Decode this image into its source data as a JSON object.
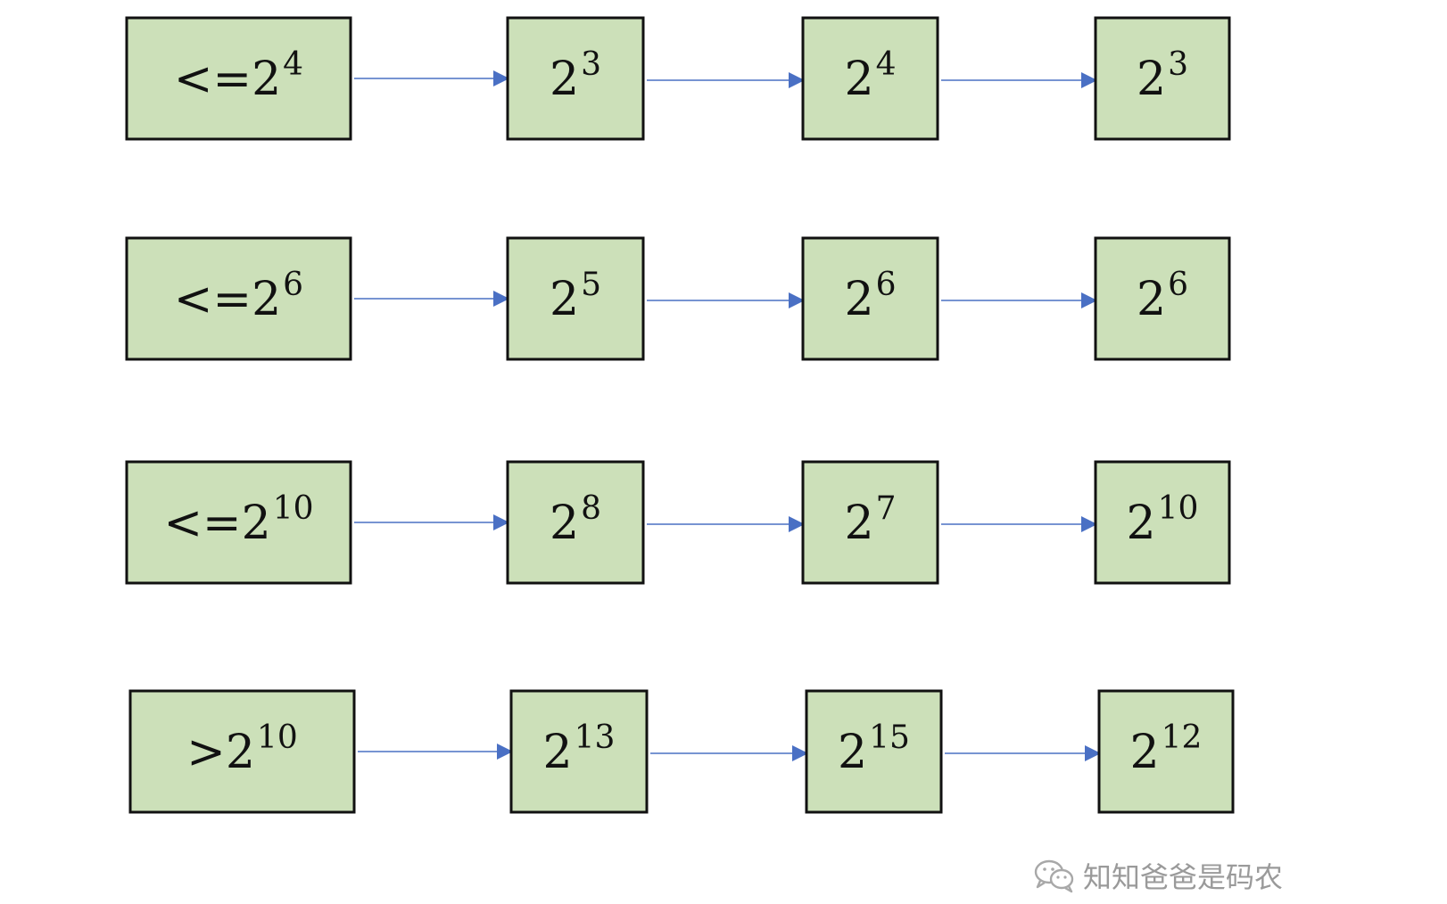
{
  "colors": {
    "node_fill": "#cce0b9",
    "node_stroke": "#111111",
    "arrow": "#4a70c4",
    "watermark": "#9a9a9a"
  },
  "rows": [
    {
      "label": {
        "prefix": "<=",
        "base": "2",
        "exp": "4"
      },
      "nodes": [
        {
          "base": "2",
          "exp": "3"
        },
        {
          "base": "2",
          "exp": "4"
        },
        {
          "base": "2",
          "exp": "3"
        }
      ]
    },
    {
      "label": {
        "prefix": "<=",
        "base": "2",
        "exp": "6"
      },
      "nodes": [
        {
          "base": "2",
          "exp": "5"
        },
        {
          "base": "2",
          "exp": "6"
        },
        {
          "base": "2",
          "exp": "6"
        }
      ]
    },
    {
      "label": {
        "prefix": "<=",
        "base": "2",
        "exp": "10"
      },
      "nodes": [
        {
          "base": "2",
          "exp": "8"
        },
        {
          "base": "2",
          "exp": "7"
        },
        {
          "base": "2",
          "exp": "10"
        }
      ]
    },
    {
      "label": {
        "prefix": ">",
        "base": "2",
        "exp": "10"
      },
      "nodes": [
        {
          "base": "2",
          "exp": "13"
        },
        {
          "base": "2",
          "exp": "15"
        },
        {
          "base": "2",
          "exp": "12"
        }
      ]
    }
  ],
  "watermark": {
    "icon": "wechat-icon",
    "text": "知知爸爸是码农"
  }
}
